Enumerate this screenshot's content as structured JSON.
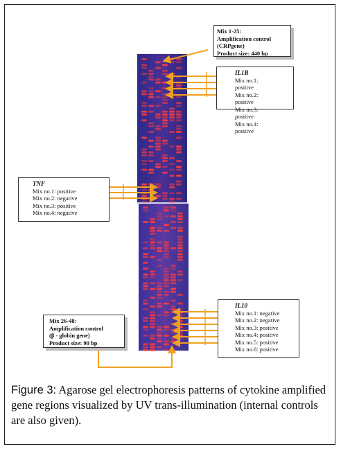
{
  "callouts": {
    "top_control": {
      "lines": [
        "Mix 1-25:",
        "Amplification control",
        "(CRPgene)",
        "Product size: 440 bp"
      ]
    },
    "il1b": {
      "title": "IL1B",
      "lines": [
        "Mix no.1: positive",
        "Mix no.2:  positive",
        "Mix no.3:  positive",
        "Mix no.4: positive"
      ]
    },
    "tnf": {
      "title": "TNF",
      "lines": [
        "Mix no.1:  positive",
        "Mix no.2: negative",
        "Mix no.3: positive",
        "Mix no.4:  negative"
      ]
    },
    "il10": {
      "title": "IL10",
      "lines": [
        "Mix no.1: negative",
        "Mix no.2: negative",
        "Mix no.3:  positive",
        "Mix no.4: positive",
        "Mix no.5: positive",
        "Mix no.6: positive"
      ]
    },
    "bottom_control": {
      "lines": [
        "Mix 26-48:",
        "Amplification control",
        "(β - globin gene)",
        "Product size: 90 bp"
      ]
    }
  },
  "caption": {
    "label": "Figure 3:",
    "text": " Agarose gel electrophoresis patterns of cytokine amplified gene regions visualized by UV trans-illumination (internal controls are also given)."
  },
  "colors": {
    "gel_top": "#3a2a9a",
    "gel_band": "#ff3b3b",
    "arrow": "#f0a020"
  }
}
